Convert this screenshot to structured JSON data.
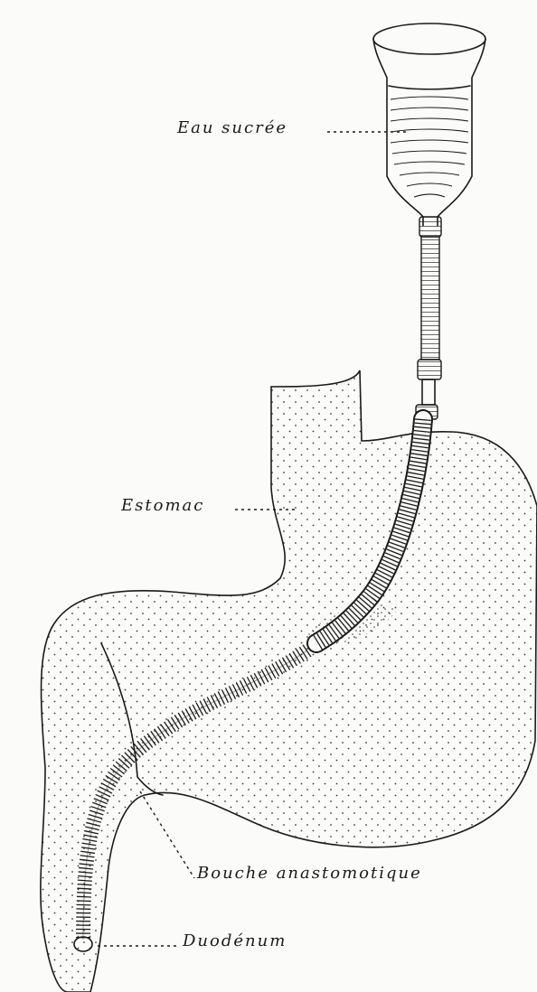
{
  "labels": {
    "eau_sucree": "Eau sucrée",
    "estomac": "Estomac",
    "bouche_anastomotique": "Bouche anastomotique",
    "duodenum": "Duodénum"
  },
  "colors": {
    "ink": "#1b1b1b",
    "paper": "#fbfbf9",
    "tissue_stipple": "#3a3a3a"
  },
  "icons": [
    "funnel",
    "rubber-tube",
    "glass-connector",
    "stomach-tube",
    "stomach",
    "duodenum"
  ]
}
